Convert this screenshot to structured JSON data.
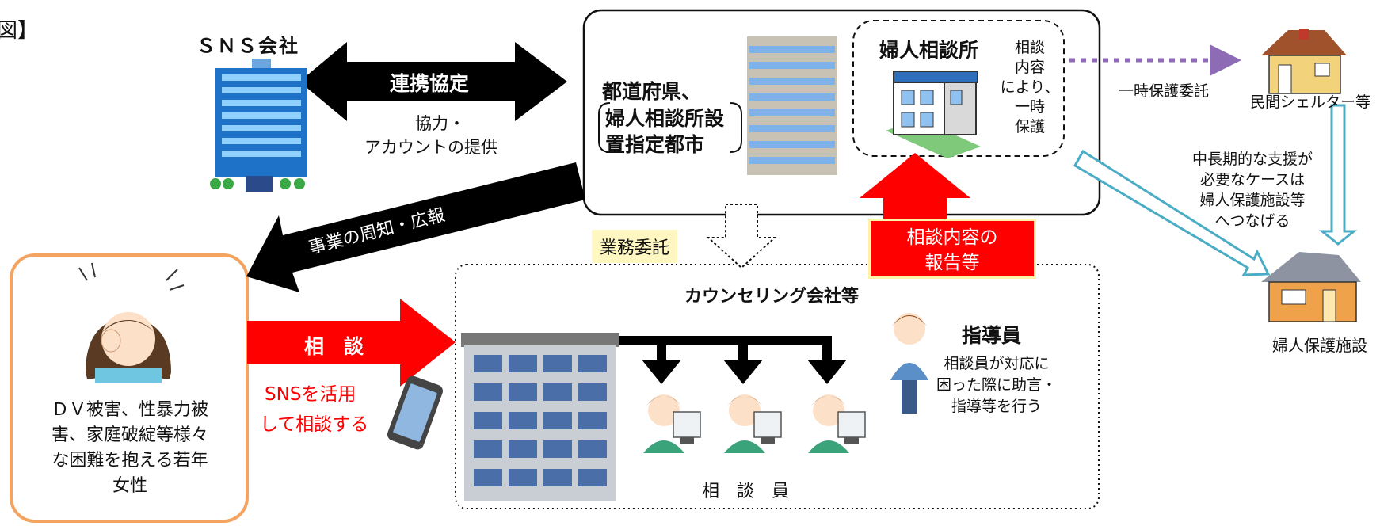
{
  "corner_bracket": "図】",
  "sns_company": {
    "label": "ＳＮＳ会社"
  },
  "partnership": {
    "arrow_label": "連携協定",
    "desc_line1": "協力・",
    "desc_line2": "アカウントの提供"
  },
  "prefecture": {
    "line1": "都道府県、",
    "line2": "婦人相談所設",
    "line3": "置指定都市"
  },
  "womens_consultation_office": {
    "title": "婦人相談所",
    "note": [
      "相談",
      "内容",
      "により、",
      "一時",
      "保護"
    ]
  },
  "temporary_protection": {
    "label": "一時保護委託"
  },
  "private_shelter": {
    "label": "民間シェルター等"
  },
  "long_term": {
    "lines": [
      "中長期的な支援が",
      "必要なケースは",
      "婦人保護施設等",
      "へつなげる"
    ]
  },
  "protection_facility": {
    "label": "婦人保護施設"
  },
  "publicity": {
    "label": "事業の周知・広報"
  },
  "outsourcing": {
    "label": "業務委託"
  },
  "report": {
    "line1": "相談内容の",
    "line2": "報告等"
  },
  "young_woman": {
    "lines": [
      "ＤＶ被害、性暴力被",
      "害、家庭破綻等様々",
      "な困難を抱える若年",
      "女性"
    ]
  },
  "consult_arrow": {
    "label": "相　談"
  },
  "sns_consult": {
    "line1": "SNSを活用",
    "line2": "して相談する"
  },
  "counseling_company": {
    "title": "カウンセリング会社等"
  },
  "counselors": {
    "label": "相　談　員"
  },
  "supervisor": {
    "title": "指導員",
    "lines": [
      "相談員が対応に",
      "困った際に助言・",
      "指導等を行う"
    ]
  },
  "colors": {
    "black": "#000000",
    "red": "#ff0000",
    "orange_border": "#f4a460",
    "purple_dotted": "#8e6bb5",
    "teal_arrow": "#4bacc6",
    "yellow_label": "#fff7c2"
  }
}
